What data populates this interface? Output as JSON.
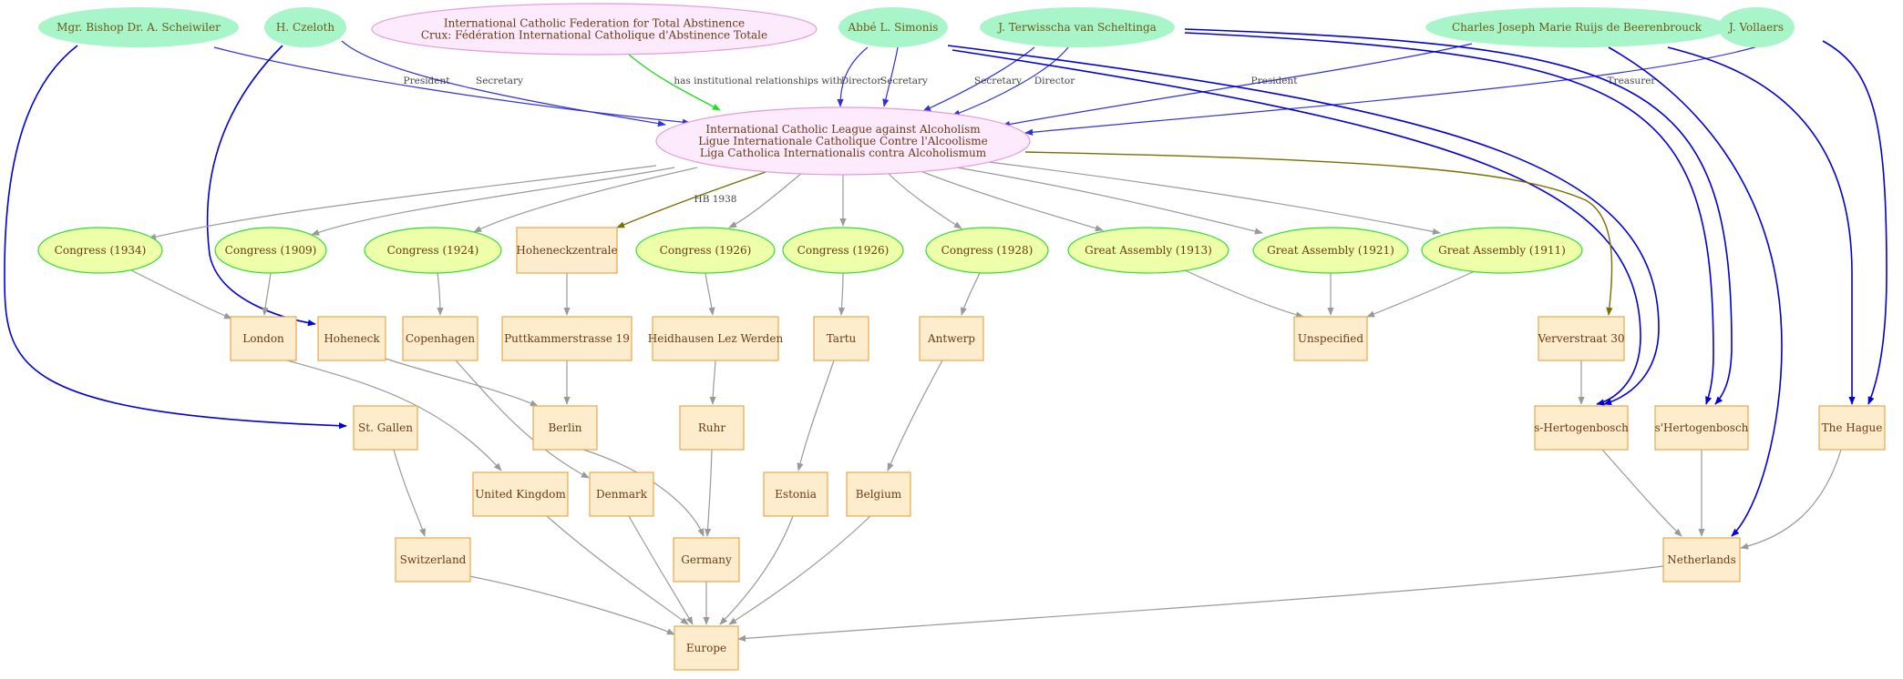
{
  "colors": {
    "person_fill": "#a8f5c9",
    "person_text": "#6b5a14",
    "org_fill": "#fdeafd",
    "org_stroke": "#e39ad6",
    "org_text": "#6b3a14",
    "event_fill": "#eeffaa",
    "event_stroke": "#33dd33",
    "place_fill": "#fdedcc",
    "place_stroke": "#e8a84c",
    "place_text": "#6b3a14",
    "edge_role": "#3030e0",
    "edge_blue": "#0000dd",
    "edge_gray": "#999999",
    "edge_green": "#22dd22",
    "edge_olive": "#7a6d00",
    "edge_label": "#444444"
  },
  "nodes": {
    "bishop": {
      "kind": "person",
      "lines": [
        "Mgr. Bishop Dr. A. Scheiwiler"
      ]
    },
    "czeloth": {
      "kind": "person",
      "lines": [
        "H. Czeloth"
      ]
    },
    "icf": {
      "kind": "org",
      "lines": [
        "International Catholic Federation for Total Abstinence",
        "Crux: Fédération International Catholique d'Abstinence Totale"
      ]
    },
    "simonis": {
      "kind": "person",
      "lines": [
        "Abbé  L. Simonis"
      ]
    },
    "terwisscha": {
      "kind": "person",
      "lines": [
        "J. Terwisscha van Scheltinga"
      ]
    },
    "ruijs": {
      "kind": "person",
      "lines": [
        "Charles Joseph Marie Ruijs de Beerenbrouck"
      ]
    },
    "vollaers": {
      "kind": "person",
      "lines": [
        "J. Vollaers"
      ]
    },
    "league": {
      "kind": "org",
      "lines": [
        "International Catholic League against Alcoholism",
        "Ligue Internationale Catholique Contre l'Alcoolisme",
        "Liga Catholica Internationalis contra Alcoholismum"
      ]
    },
    "c1934": {
      "kind": "event",
      "lines": [
        "Congress (1934)"
      ]
    },
    "c1909": {
      "kind": "event",
      "lines": [
        "Congress (1909)"
      ]
    },
    "c1924": {
      "kind": "event",
      "lines": [
        "Congress (1924)"
      ]
    },
    "hoheneckzentrale": {
      "kind": "place",
      "lines": [
        "Hoheneckzentrale"
      ]
    },
    "c1926a": {
      "kind": "event",
      "lines": [
        "Congress (1926)"
      ]
    },
    "c1926b": {
      "kind": "event",
      "lines": [
        "Congress (1926)"
      ]
    },
    "c1928": {
      "kind": "event",
      "lines": [
        "Congress (1928)"
      ]
    },
    "ga1913": {
      "kind": "event",
      "lines": [
        "Great Assembly (1913)"
      ]
    },
    "ga1921": {
      "kind": "event",
      "lines": [
        "Great Assembly (1921)"
      ]
    },
    "ga1911": {
      "kind": "event",
      "lines": [
        "Great Assembly (1911)"
      ]
    },
    "london": {
      "kind": "place",
      "lines": [
        "London"
      ]
    },
    "hoheneck": {
      "kind": "place",
      "lines": [
        "Hoheneck"
      ]
    },
    "copenhagen": {
      "kind": "place",
      "lines": [
        "Copenhagen"
      ]
    },
    "puttkammer": {
      "kind": "place",
      "lines": [
        "Puttkammerstrasse 19"
      ]
    },
    "heidhausen": {
      "kind": "place",
      "lines": [
        "Heidhausen Lez Werden"
      ]
    },
    "tartu": {
      "kind": "place",
      "lines": [
        "Tartu"
      ]
    },
    "antwerp": {
      "kind": "place",
      "lines": [
        "Antwerp"
      ]
    },
    "unspecified": {
      "kind": "place",
      "lines": [
        "Unspecified"
      ]
    },
    "ververstraat": {
      "kind": "place",
      "lines": [
        "Ververstraat 30"
      ]
    },
    "stgallen": {
      "kind": "place",
      "lines": [
        "St. Gallen"
      ]
    },
    "berlin": {
      "kind": "place",
      "lines": [
        "Berlin"
      ]
    },
    "ruhr": {
      "kind": "place",
      "lines": [
        "Ruhr"
      ]
    },
    "shertogenbosch1": {
      "kind": "place",
      "lines": [
        "s-Hertogenbosch"
      ]
    },
    "shertogenbosch2": {
      "kind": "place",
      "lines": [
        "s'Hertogenbosch"
      ]
    },
    "thehague": {
      "kind": "place",
      "lines": [
        "The Hague"
      ]
    },
    "uk": {
      "kind": "place",
      "lines": [
        "United Kingdom"
      ]
    },
    "denmark": {
      "kind": "place",
      "lines": [
        "Denmark"
      ]
    },
    "estonia": {
      "kind": "place",
      "lines": [
        "Estonia"
      ]
    },
    "belgium": {
      "kind": "place",
      "lines": [
        "Belgium"
      ]
    },
    "switzerland": {
      "kind": "place",
      "lines": [
        "Switzerland"
      ]
    },
    "germany": {
      "kind": "place",
      "lines": [
        "Germany"
      ]
    },
    "netherlands": {
      "kind": "place",
      "lines": [
        "Netherlands"
      ]
    },
    "europe": {
      "kind": "place",
      "lines": [
        "Europe"
      ]
    }
  },
  "edges": [
    {
      "from": "bishop",
      "to": "league",
      "label": "President",
      "style": "role"
    },
    {
      "from": "czeloth",
      "to": "league",
      "label": "Secretary",
      "style": "role"
    },
    {
      "from": "icf",
      "to": "league",
      "label": "has institutional relationships with",
      "style": "green"
    },
    {
      "from": "simonis",
      "to": "league",
      "label": "Director",
      "style": "role"
    },
    {
      "from": "simonis",
      "to": "league",
      "label": "Secretary",
      "style": "role"
    },
    {
      "from": "terwisscha",
      "to": "league",
      "label": "Secretary",
      "style": "role"
    },
    {
      "from": "terwisscha",
      "to": "league",
      "label": "Director",
      "style": "role"
    },
    {
      "from": "ruijs",
      "to": "league",
      "label": "President",
      "style": "role"
    },
    {
      "from": "vollaers",
      "to": "league",
      "label": "Treasurer",
      "style": "role"
    },
    {
      "from": "bishop",
      "to": "stgallen",
      "label": "",
      "style": "blue"
    },
    {
      "from": "czeloth",
      "to": "hoheneck",
      "label": "",
      "style": "blue"
    },
    {
      "from": "simonis",
      "to": "shertogenbosch1",
      "label": "",
      "style": "blue"
    },
    {
      "from": "simonis",
      "to": "shertogenbosch1",
      "label": "",
      "style": "blue"
    },
    {
      "from": "terwisscha",
      "to": "shertogenbosch2",
      "label": "",
      "style": "blue"
    },
    {
      "from": "terwisscha",
      "to": "shertogenbosch2",
      "label": "",
      "style": "blue"
    },
    {
      "from": "ruijs",
      "to": "netherlands",
      "label": "",
      "style": "blue"
    },
    {
      "from": "ruijs",
      "to": "thehague",
      "label": "",
      "style": "blue"
    },
    {
      "from": "vollaers",
      "to": "thehague",
      "label": "",
      "style": "blue"
    },
    {
      "from": "league",
      "to": "c1934",
      "label": "",
      "style": "gray"
    },
    {
      "from": "league",
      "to": "c1909",
      "label": "",
      "style": "gray"
    },
    {
      "from": "league",
      "to": "c1924",
      "label": "",
      "style": "gray"
    },
    {
      "from": "league",
      "to": "hoheneckzentrale",
      "label": "HB 1938",
      "style": "olive"
    },
    {
      "from": "league",
      "to": "c1926a",
      "label": "",
      "style": "gray"
    },
    {
      "from": "league",
      "to": "c1926b",
      "label": "",
      "style": "gray"
    },
    {
      "from": "league",
      "to": "c1928",
      "label": "",
      "style": "gray"
    },
    {
      "from": "league",
      "to": "ga1913",
      "label": "",
      "style": "gray"
    },
    {
      "from": "league",
      "to": "ga1921",
      "label": "",
      "style": "gray"
    },
    {
      "from": "league",
      "to": "ga1911",
      "label": "",
      "style": "gray"
    },
    {
      "from": "league",
      "to": "ververstraat",
      "label": "",
      "style": "olive"
    },
    {
      "from": "c1934",
      "to": "london",
      "label": "",
      "style": "gray"
    },
    {
      "from": "c1909",
      "to": "london",
      "label": "",
      "style": "gray"
    },
    {
      "from": "c1924",
      "to": "copenhagen",
      "label": "",
      "style": "gray"
    },
    {
      "from": "hoheneckzentrale",
      "to": "puttkammer",
      "label": "",
      "style": "gray"
    },
    {
      "from": "c1926a",
      "to": "heidhausen",
      "label": "",
      "style": "gray"
    },
    {
      "from": "c1926b",
      "to": "tartu",
      "label": "",
      "style": "gray"
    },
    {
      "from": "c1928",
      "to": "antwerp",
      "label": "",
      "style": "gray"
    },
    {
      "from": "ga1913",
      "to": "unspecified",
      "label": "",
      "style": "gray"
    },
    {
      "from": "ga1921",
      "to": "unspecified",
      "label": "",
      "style": "gray"
    },
    {
      "from": "ga1911",
      "to": "unspecified",
      "label": "",
      "style": "gray"
    },
    {
      "from": "ververstraat",
      "to": "shertogenbosch1",
      "label": "",
      "style": "gray"
    },
    {
      "from": "london",
      "to": "uk",
      "label": "",
      "style": "gray"
    },
    {
      "from": "hoheneck",
      "to": "berlin",
      "label": "",
      "style": "gray"
    },
    {
      "from": "copenhagen",
      "to": "denmark",
      "label": "",
      "style": "gray"
    },
    {
      "from": "puttkammer",
      "to": "berlin",
      "label": "",
      "style": "gray"
    },
    {
      "from": "heidhausen",
      "to": "ruhr",
      "label": "",
      "style": "gray"
    },
    {
      "from": "tartu",
      "to": "estonia",
      "label": "",
      "style": "gray"
    },
    {
      "from": "antwerp",
      "to": "belgium",
      "label": "",
      "style": "gray"
    },
    {
      "from": "stgallen",
      "to": "switzerland",
      "label": "",
      "style": "gray"
    },
    {
      "from": "berlin",
      "to": "germany",
      "label": "",
      "style": "gray"
    },
    {
      "from": "ruhr",
      "to": "germany",
      "label": "",
      "style": "gray"
    },
    {
      "from": "shertogenbosch1",
      "to": "netherlands",
      "label": "",
      "style": "gray"
    },
    {
      "from": "shertogenbosch2",
      "to": "netherlands",
      "label": "",
      "style": "gray"
    },
    {
      "from": "thehague",
      "to": "netherlands",
      "label": "",
      "style": "gray"
    },
    {
      "from": "uk",
      "to": "europe",
      "label": "",
      "style": "gray"
    },
    {
      "from": "denmark",
      "to": "europe",
      "label": "",
      "style": "gray"
    },
    {
      "from": "switzerland",
      "to": "europe",
      "label": "",
      "style": "gray"
    },
    {
      "from": "germany",
      "to": "europe",
      "label": "",
      "style": "gray"
    },
    {
      "from": "estonia",
      "to": "europe",
      "label": "",
      "style": "gray"
    },
    {
      "from": "belgium",
      "to": "europe",
      "label": "",
      "style": "gray"
    },
    {
      "from": "netherlands",
      "to": "europe",
      "label": "",
      "style": "gray"
    }
  ]
}
